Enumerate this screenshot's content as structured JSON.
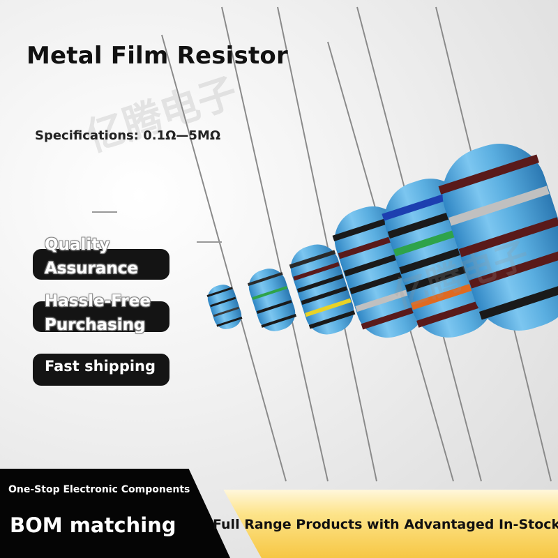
{
  "header": {
    "title": "Metal Film Resistor",
    "specifications": "Specifications: 0.1Ω—5MΩ",
    "watermark": "亿腾电子"
  },
  "features": [
    {
      "label": "Quality Assurance"
    },
    {
      "label": "Hassle-Free Purchasing"
    },
    {
      "label": "Fast shipping"
    }
  ],
  "footer": {
    "subtitle": "One-Stop Electronic Components",
    "headline": "BOM matching",
    "tagline": "Full Range Products with Advantaged In-Stock"
  },
  "colors": {
    "resistor_body": "#5aaee0",
    "footer_dark": "#050505",
    "footer_gold": "#f6c744"
  },
  "resistors": [
    {
      "bands": [
        "#1a1a1a",
        "#1a1a1a",
        "#3a3a3a",
        "#1a1a1a"
      ]
    },
    {
      "bands": [
        "#2a2a2a",
        "#2ea34a",
        "#1a1a1a",
        "#1a1a1a"
      ]
    },
    {
      "bands": [
        "#2a2a2a",
        "#5a1a1a",
        "#1a1a1a",
        "#1a1a1a",
        "#e8d227",
        "#1a1a1a"
      ]
    },
    {
      "bands": [
        "#1a1a1a",
        "#5a1a1a",
        "#1a1a1a",
        "#1a1a1a",
        "#c0c0c0",
        "#5a1a1a"
      ]
    },
    {
      "bands": [
        "#1d3fb0",
        "#1a1a1a",
        "#2ea34a",
        "#1a1a1a",
        "#1a1a1a",
        "#e06a20",
        "#5a1a1a"
      ]
    },
    {
      "bands": [
        "#5a1a1a",
        "#c0c0c0",
        "#5a1a1a",
        "#5a1a1a",
        "#1a1a1a"
      ]
    }
  ]
}
